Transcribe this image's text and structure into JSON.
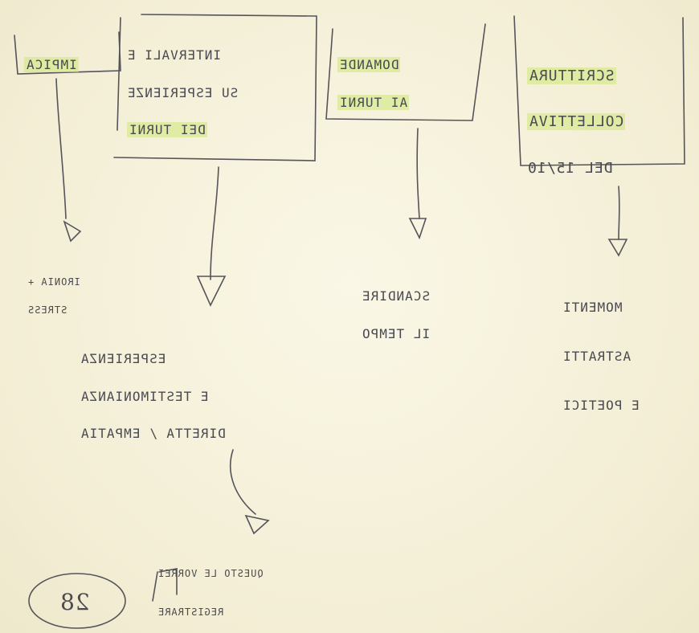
{
  "boxes": [
    {
      "lines": [
        "IMPICA"
      ]
    },
    {
      "lines": [
        "INTERVALI E",
        "SU ESPERIENZE",
        "DEI TURNI"
      ]
    },
    {
      "lines": [
        "DOMANDE",
        "AI TURNI"
      ]
    },
    {
      "lines": [
        "SCRITTURA",
        "COLLETTIVA",
        "DEL 15/10"
      ]
    }
  ],
  "results": {
    "r1": [
      "IRONIA +",
      "STRESS"
    ],
    "r2": [
      "ESPERIENZA",
      "E TESTIMONIANZA",
      "DIRETTA / EMPATIA"
    ],
    "r3": [
      "SCANDIRE",
      "IL TEMPO"
    ],
    "r4": [
      "MOMENTI",
      "ASTRATTI",
      "E POETICI"
    ]
  },
  "final": [
    "QUESTO LE VORREI",
    "REGISTRARE"
  ],
  "page_number": "28",
  "colors": {
    "ink": "#4a4a52",
    "highlight": "#cde878",
    "paper": "#f6f2dc"
  }
}
